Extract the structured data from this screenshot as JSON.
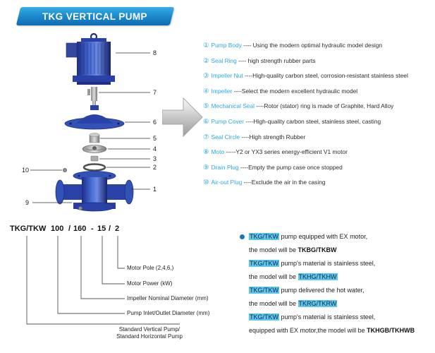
{
  "banner": {
    "title": "TKG VERTICAL PUMP"
  },
  "features": [
    {
      "num": "①",
      "name": "Pump Body",
      "desc": " ---- Using the modern optimal hydraulic model design"
    },
    {
      "num": "②",
      "name": "Seal Ring",
      "desc": " ---- high strength rubber parts"
    },
    {
      "num": "③",
      "name": "Impeller Nut",
      "desc": " ----High-quality carbon steel, corrosion-resistant stainless steel"
    },
    {
      "num": "④",
      "name": "Impeller",
      "desc": " ----Select the modern excellent hydraulic model"
    },
    {
      "num": "⑤",
      "name": "Mechanical Seal",
      "desc": " ----Rotor (stator) ring is made of Graphite, Hard Alloy"
    },
    {
      "num": "⑥",
      "name": "Pump Cover",
      "desc": " ----High-quality carbon steel, stainless steel, casting"
    },
    {
      "num": "⑦",
      "name": "Seal Circle",
      "desc": " ----High strength Rubber"
    },
    {
      "num": "⑧",
      "name": "Moto",
      "desc": " -----Y2 or YX3 series energy-efficient V1 motor"
    },
    {
      "num": "⑨",
      "name": "Drain Plug",
      "desc": " ----Empty the pump case once stopped"
    },
    {
      "num": "⑩",
      "name": "Air-out Plug",
      "desc": " ----Exclude the air in the casing"
    }
  ],
  "diagram": {
    "callouts": [
      "8",
      "7",
      "6",
      "5",
      "4",
      "3",
      "2",
      "10",
      "1",
      "9"
    ]
  },
  "model_code": {
    "tokens": [
      "TKG/TKW",
      "100",
      "/",
      "160",
      "-",
      "15",
      "/",
      "2"
    ],
    "labels": {
      "pole": "Motor Pole (2,4,6,)",
      "power": "Motor Power  (kW)",
      "impeller": "Impeller Nominal Diameter (mm)",
      "inlet": "Pump Inlet/Outlet Diameter (mm)",
      "standard1": "Standard Vertical Pump/",
      "standard2": "Standard  Horizontal Pump"
    }
  },
  "notes": [
    {
      "brand": "TKG/TKW",
      "rest1": " pump equipped with EX motor,",
      "prefix2": "the model will be ",
      "model": "TKBG/TKBW",
      "model_class": "bold"
    },
    {
      "brand": "TKG/TKW",
      "rest1": " pump's material is stainless steel,",
      "prefix2": "the model will be ",
      "model": "TKHG/TKHW",
      "model_class": "hl"
    },
    {
      "brand": "TKG/TKW",
      "rest1": " pump delivered the hot water,",
      "prefix2": "the model will be ",
      "model": "TKRG/TKRW",
      "model_class": "hl"
    },
    {
      "brand": "TKG/TKW",
      "rest1": " pump's material is stainless steel,",
      "prefix2": "equipped with EX motor,the model will be ",
      "model": "TKHGB/TKHWB",
      "model_class": "bold"
    }
  ],
  "colors": {
    "accent": "#29abe2",
    "banner_blue": "#1579bf",
    "pump_blue": "#2a41a8"
  }
}
